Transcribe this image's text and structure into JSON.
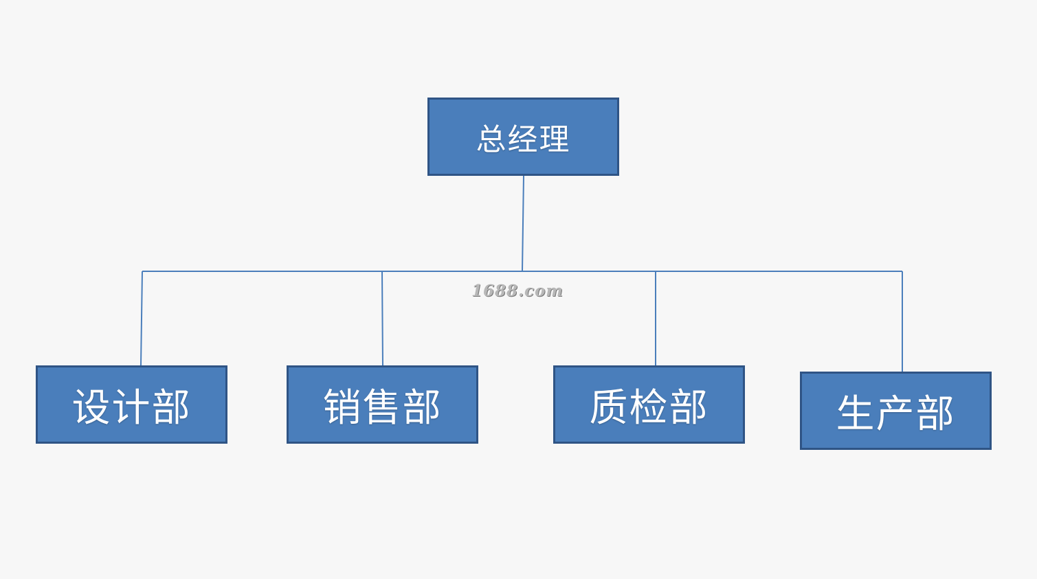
{
  "org_chart": {
    "root": {
      "label": "总经理"
    },
    "departments": [
      {
        "label": "设计部"
      },
      {
        "label": "销售部"
      },
      {
        "label": "质检部"
      },
      {
        "label": "生产部"
      }
    ]
  },
  "watermark": {
    "text": "1688.com"
  },
  "colors": {
    "box_fill": "#4a7ebb",
    "box_border": "#2f5485",
    "connector": "#4a7ebb",
    "background": "#f7f7f7",
    "text": "#ffffff"
  }
}
